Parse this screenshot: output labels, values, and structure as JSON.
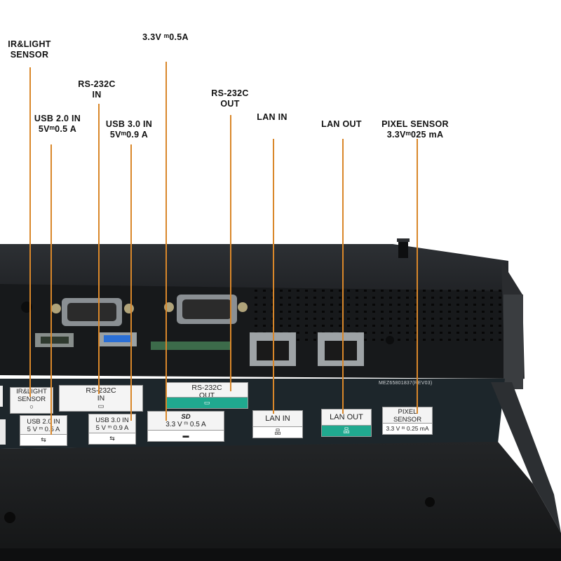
{
  "callouts": {
    "ir_light": [
      "IR&LIGHT",
      "SENSOR"
    ],
    "power_33": [
      "3.3V ᵐ0.5A"
    ],
    "rs232_in": [
      "RS-232C",
      "IN"
    ],
    "rs232_out": [
      "RS-232C",
      "OUT"
    ],
    "usb2": [
      "USB 2.0 IN",
      "5Vᵐ0.5 A"
    ],
    "usb3": [
      "USB 3.0 IN",
      "5Vᵐ0.9 A"
    ],
    "lan_in": [
      "LAN IN"
    ],
    "lan_out": [
      "LAN OUT"
    ],
    "pixel": [
      "PIXEL SENSOR",
      "3.3Vᵐ025 mA"
    ]
  },
  "panel_labels": {
    "ir_light": [
      "IR&LIGHT",
      "SENSOR"
    ],
    "rs232_in": [
      "RS-232C",
      "IN"
    ],
    "rs232_out": [
      "RS-232C",
      "OUT"
    ],
    "usb2": [
      "USB 2.0 IN",
      "5 V ᵐ 0.5 A"
    ],
    "usb3": [
      "USB 3.0 IN",
      "5 V ᵐ 0.9 A"
    ],
    "sd": "SD",
    "sd_power": "3.3 V ᵐ 0.5 A",
    "lan_in": "LAN IN",
    "lan_out": "LAN OUT",
    "pixel": [
      "PIXEL",
      "SENSOR"
    ],
    "pixel_power": "3.3 V ᵐ 0.25 mA",
    "model": "MEZ65801837(REV03)"
  },
  "colors": {
    "leader": "#d9872a",
    "accent_teal": "#20a98f",
    "chassis": "#1f2123"
  }
}
